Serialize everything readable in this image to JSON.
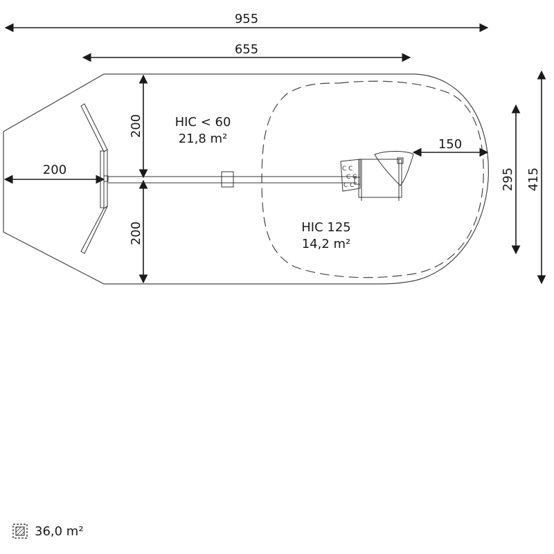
{
  "dimensions": {
    "total_length": "955",
    "inner_length": "655",
    "upper_half_width": "200",
    "lower_half_width": "200",
    "left_offset": "200",
    "right_offset": "150",
    "inner_height": "295",
    "total_height": "415"
  },
  "zones": {
    "hic_low": {
      "label": "HIC < 60",
      "area": "21,8 m²"
    },
    "hic_high": {
      "label": "HIC 125",
      "area": "14,2 m²"
    }
  },
  "legend": {
    "icon": "hatched-area-icon",
    "total_area": "36,0 m²"
  }
}
